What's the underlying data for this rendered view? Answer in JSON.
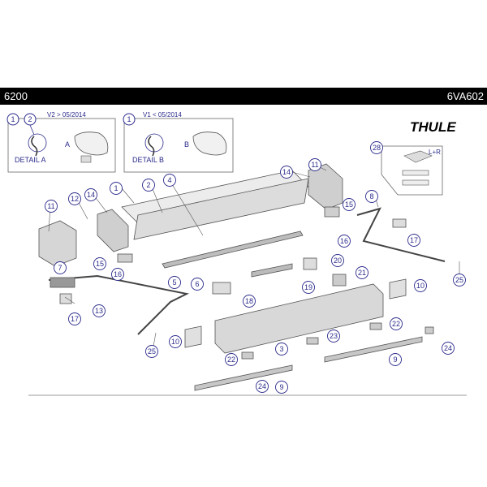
{
  "header": {
    "left": "6200",
    "right": "6VA602"
  },
  "brand": {
    "name": "THULE"
  },
  "variants": [
    {
      "version": "V2 > 05/2014",
      "detail": "DETAIL A",
      "letter": "A",
      "callouts": [
        "1",
        "2"
      ]
    },
    {
      "version": "V1 < 05/2014",
      "detail": "DETAIL B",
      "letter": "B",
      "callouts": [
        "1"
      ]
    }
  ],
  "inset": {
    "callout": "28",
    "note": "L+R"
  },
  "callouts": [
    "1",
    "2",
    "4",
    "14",
    "11",
    "15",
    "16",
    "8",
    "17",
    "25",
    "11",
    "12",
    "14",
    "15",
    "16",
    "5",
    "6",
    "7",
    "13",
    "17",
    "10",
    "25",
    "18",
    "19",
    "20",
    "21",
    "10",
    "3",
    "22",
    "23",
    "9",
    "22",
    "24",
    "9",
    "24"
  ],
  "colors": {
    "callout": "#2b2b8c",
    "line": "#555555"
  }
}
